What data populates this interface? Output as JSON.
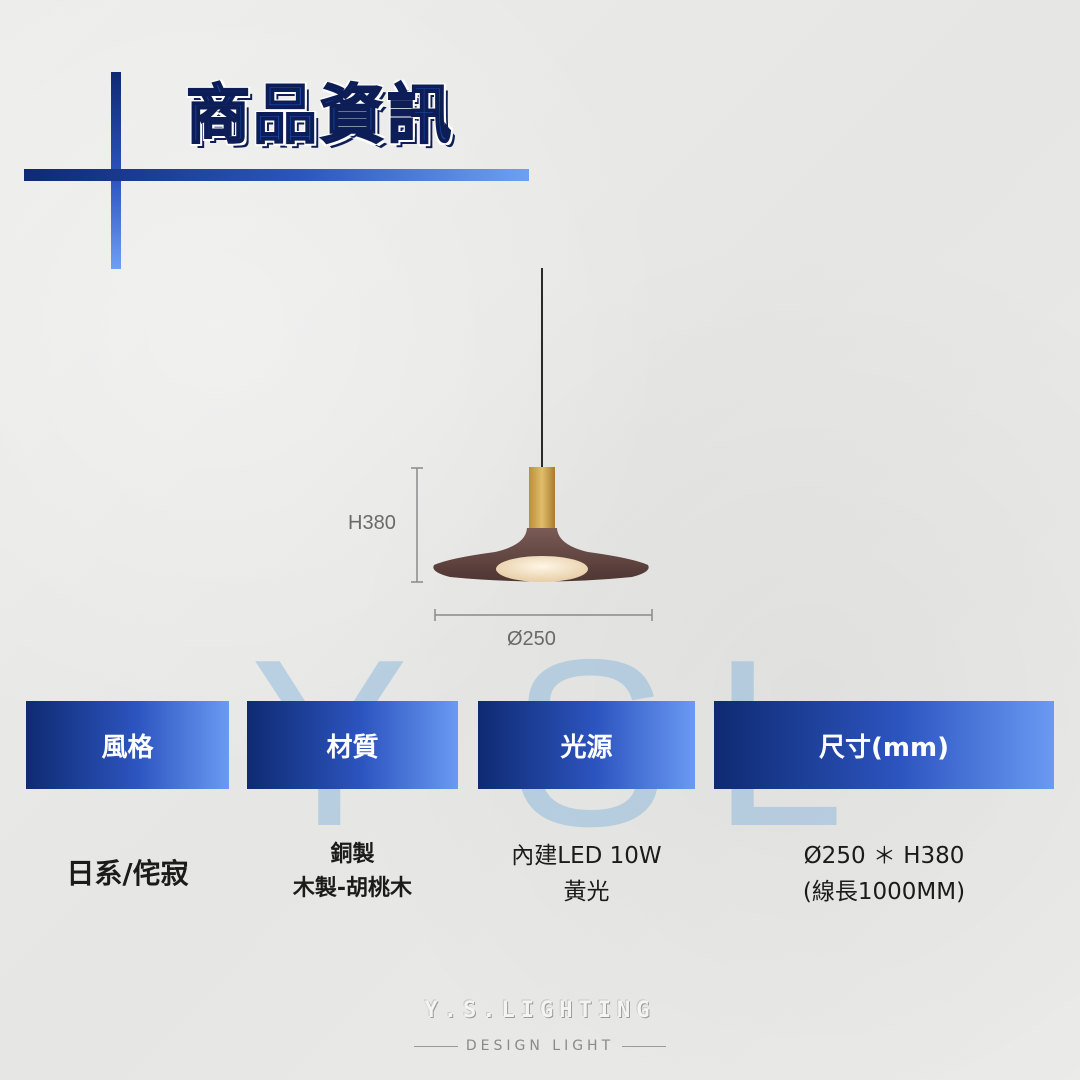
{
  "header": {
    "title": "商品資訊"
  },
  "watermark": {
    "letters": [
      "Y",
      "S",
      "L"
    ]
  },
  "lamp": {
    "height_label": "H380",
    "diameter_label": "Ø250"
  },
  "specs": {
    "headers": [
      "風格",
      "材質",
      "光源",
      "尺寸(mm)"
    ],
    "style": "日系/侘寂",
    "material": [
      "銅製",
      "木製-胡桃木"
    ],
    "light": [
      "內建LED 10W",
      "黃光"
    ],
    "size": [
      "Ø250 ＊ H380",
      "(線長1000MM)"
    ]
  },
  "footer": {
    "brand": "Y.S.LIGHTING",
    "tagline": "DESIGN LIGHT"
  },
  "colors": {
    "accent_dark": "#0e2a72",
    "accent_light": "#6a9af3",
    "title": "#1d4fb3"
  }
}
